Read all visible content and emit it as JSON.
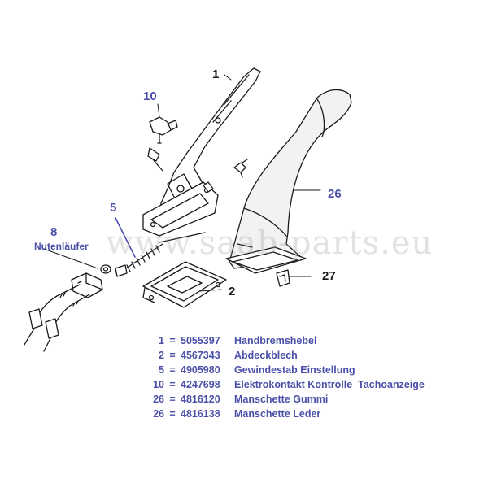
{
  "diagram": {
    "watermark": "www.saab-parts.eu",
    "callouts": {
      "c1": "1",
      "c10": "10",
      "c5": "5",
      "c8": "8",
      "nutenlaeufer": "Nutenläufer",
      "c26": "26",
      "c27": "27",
      "c2": "2"
    },
    "legend": [
      {
        "pos": "1",
        "part_no": "5055397",
        "desc": "Handbremshebel"
      },
      {
        "pos": "2",
        "part_no": "4567343",
        "desc": "Abdeckblech"
      },
      {
        "pos": "5",
        "part_no": "4905980",
        "desc": "Gewindestab Einstellung"
      },
      {
        "pos": "10",
        "part_no": "4247698",
        "desc": "Elektrokontakt Kontrolle  Tachoanzeige"
      },
      {
        "pos": "26",
        "part_no": "4816120",
        "desc": "Manschette Gummi"
      },
      {
        "pos": "26",
        "part_no": "4816138",
        "desc": "Manschette Leder"
      }
    ],
    "colors": {
      "callout_blue": "#4a4fa8",
      "line_art": "#1a1a1a"
    }
  }
}
